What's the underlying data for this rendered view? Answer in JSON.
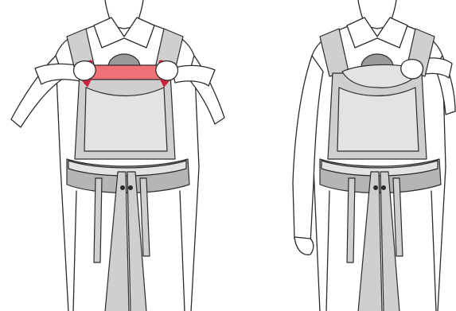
{
  "figure": {
    "panels": [
      {
        "id": "step-1",
        "shows": "hands-pulling-hood-band"
      },
      {
        "id": "step-2",
        "shows": "hood-tucked-over-head"
      }
    ],
    "colors": {
      "line": "#2b2b2b",
      "shirt": "#ffffff",
      "carrier": "#cfcfcf",
      "carrier_dark": "#b5b5b5",
      "carrier_light": "#e3e3e3",
      "accent": "#f07078",
      "accent_dark": "#d02040",
      "head": "#9a9a9a"
    },
    "icons": [
      "curved-arrow-left-icon",
      "curved-arrow-right-icon"
    ]
  }
}
